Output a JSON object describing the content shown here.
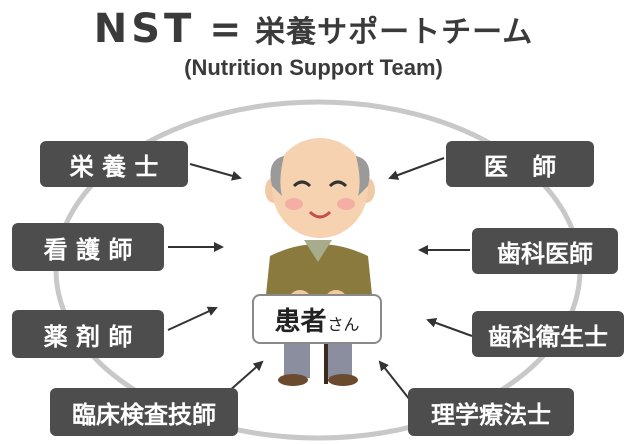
{
  "title": {
    "abbr": "NST",
    "equals": "=",
    "japanese": "栄養サポートチーム"
  },
  "subtitle": "(Nutrition Support Team)",
  "center": {
    "label": "患者",
    "suffix": "さん"
  },
  "roles": {
    "dietitian": "栄 養 士",
    "nurse": "看 護 師",
    "pharmacist": "薬 剤 師",
    "lab_technician": "臨床検査技師",
    "doctor": "医 師",
    "dentist": "歯科医師",
    "dental_hygienist": "歯科衛生士",
    "physical_therapist": "理学療法士"
  },
  "colors": {
    "box": "#4d4d4d",
    "box_text": "#ffffff",
    "ellipse": "#c8c8c8",
    "title": "#3a3a3a",
    "jacket": "#8b7a3e",
    "pants": "#8a8e9e",
    "skin": "#f2c9a5"
  }
}
